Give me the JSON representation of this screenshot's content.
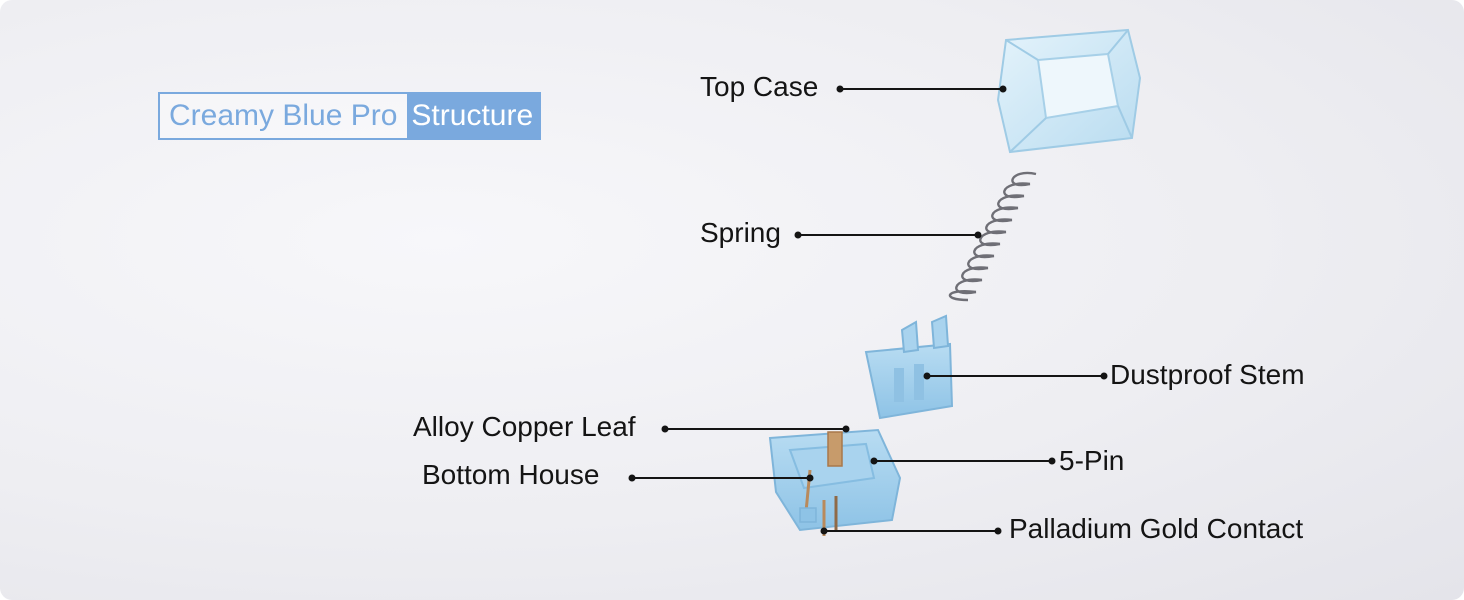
{
  "title": {
    "primary": "Creamy Blue Pro",
    "secondary": "Structure"
  },
  "labels": {
    "top_case": "Top Case",
    "spring": "Spring",
    "dustproof_stem": "Dustproof Stem",
    "alloy_copper_leaf": "Alloy Copper Leaf",
    "bottom_house": "Bottom House",
    "five_pin": "5-Pin",
    "palladium_gold_contact": "Palladium Gold Contact"
  },
  "colors": {
    "accent": "#7aa9de",
    "part_blue": "#a9d3ee",
    "clear_blue": "#cfe8f6",
    "copper": "#b98a5c",
    "leader": "#141414"
  }
}
